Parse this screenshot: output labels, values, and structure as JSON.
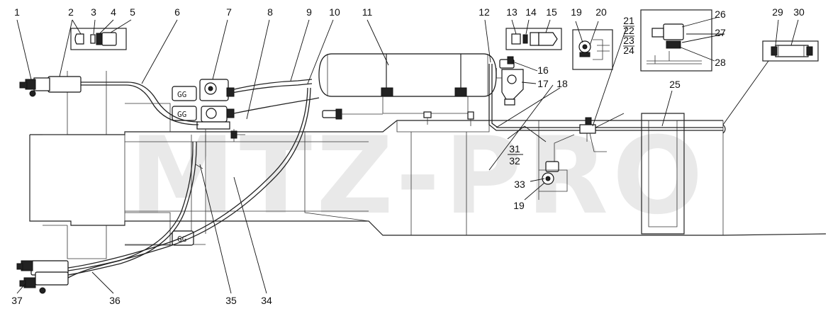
{
  "diagram": {
    "watermark": "MTZ-PRO",
    "callouts": [
      {
        "id": "c1",
        "label": "1"
      },
      {
        "id": "c2",
        "label": "2"
      },
      {
        "id": "c3",
        "label": "3"
      },
      {
        "id": "c4",
        "label": "4"
      },
      {
        "id": "c5",
        "label": "5"
      },
      {
        "id": "c6",
        "label": "6"
      },
      {
        "id": "c7",
        "label": "7"
      },
      {
        "id": "c8",
        "label": "8"
      },
      {
        "id": "c9",
        "label": "9"
      },
      {
        "id": "c10",
        "label": "10"
      },
      {
        "id": "c11",
        "label": "11"
      },
      {
        "id": "c12",
        "label": "12"
      },
      {
        "id": "c13",
        "label": "13"
      },
      {
        "id": "c14",
        "label": "14"
      },
      {
        "id": "c15",
        "label": "15"
      },
      {
        "id": "c16",
        "label": "16"
      },
      {
        "id": "c17",
        "label": "17"
      },
      {
        "id": "c18",
        "label": "18"
      },
      {
        "id": "c19a",
        "label": "19"
      },
      {
        "id": "c20",
        "label": "20"
      },
      {
        "id": "c21",
        "label": "21"
      },
      {
        "id": "c22",
        "label": "22"
      },
      {
        "id": "c23",
        "label": "23"
      },
      {
        "id": "c24",
        "label": "24"
      },
      {
        "id": "c25",
        "label": "25"
      },
      {
        "id": "c26",
        "label": "26"
      },
      {
        "id": "c27",
        "label": "27"
      },
      {
        "id": "c28",
        "label": "28"
      },
      {
        "id": "c29",
        "label": "29"
      },
      {
        "id": "c30",
        "label": "30"
      },
      {
        "id": "c31",
        "label": "31"
      },
      {
        "id": "c32",
        "label": "32"
      },
      {
        "id": "c33",
        "label": "33"
      },
      {
        "id": "c19b",
        "label": "19"
      },
      {
        "id": "c34",
        "label": "34"
      },
      {
        "id": "c35",
        "label": "35"
      },
      {
        "id": "c36",
        "label": "36"
      },
      {
        "id": "c37",
        "label": "37"
      }
    ]
  }
}
